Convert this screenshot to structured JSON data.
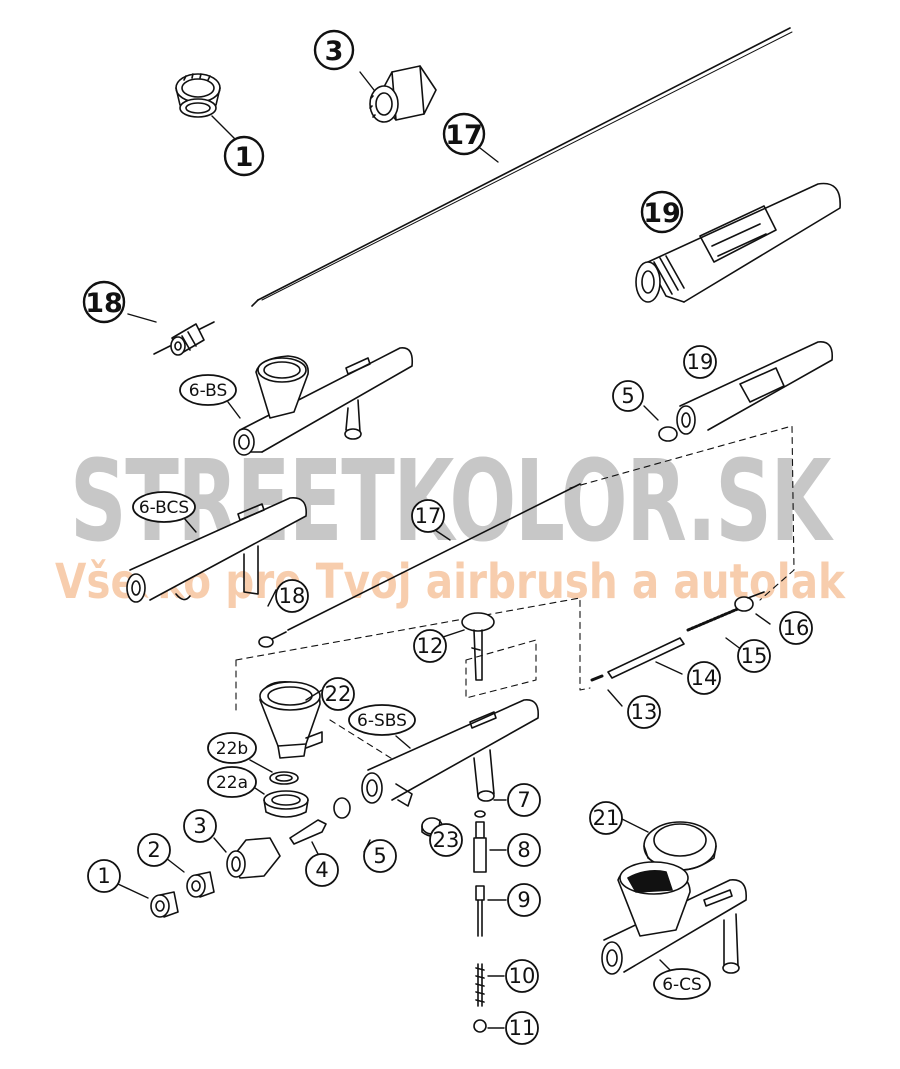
{
  "watermark": {
    "brand": "STREETKOLOR.SK",
    "tagline": "Všetko pre Tvoj airbrush a autolak",
    "brand_color": "#9a9a9a",
    "tagline_color": "#f2a56b"
  },
  "callouts": {
    "c1_top": "1",
    "c3_top": "3",
    "c17_top": "17",
    "c19_top": "19",
    "c18_top": "18",
    "c6bs": "6-BS",
    "c19_mid": "19",
    "c5_mid": "5",
    "c6bcs": "6-BCS",
    "c17_mid": "17",
    "c18_mid": "18",
    "c16": "16",
    "c15": "15",
    "c12": "12",
    "c14": "14",
    "c13": "13",
    "c22": "22",
    "c6sbs": "6-SBS",
    "c22b": "22b",
    "c22a": "22a",
    "c7": "7",
    "c21": "21",
    "c3_bot": "3",
    "c2": "2",
    "c4": "4",
    "c5_bot": "5",
    "c23": "23",
    "c8": "8",
    "c1_bot": "1",
    "c9": "9",
    "c10": "10",
    "c6cs": "6-CS",
    "c11": "11"
  }
}
